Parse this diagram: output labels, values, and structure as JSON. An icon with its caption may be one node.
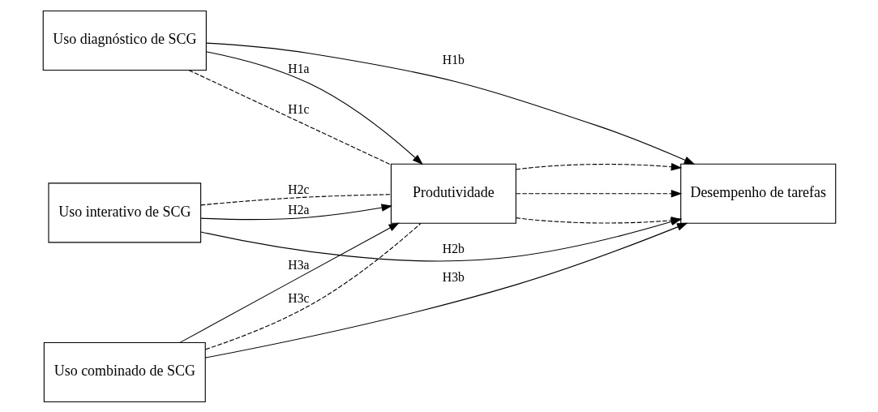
{
  "diagram": {
    "nodes": [
      {
        "text": [
          "Uso diagnóstico de SCG"
        ]
      },
      {
        "text": [
          "Uso interativo de SCG"
        ]
      },
      {
        "text": [
          "Uso combinado de SCG"
        ]
      },
      {
        "text": [
          "Produtividade"
        ]
      },
      {
        "text": [
          "Desempenho de tarefas"
        ]
      }
    ],
    "edges": [
      {
        "from": 0,
        "to": 3,
        "arrow": "to",
        "label": "H1a"
      },
      {
        "from": 0,
        "to": 4,
        "arrow": "to",
        "label": "H1b"
      },
      {
        "from": 1,
        "to": 3,
        "arrow": "to",
        "label": "H2a"
      },
      {
        "from": 1,
        "to": 4,
        "arrow": "to",
        "label": "H2b"
      },
      {
        "from": 2,
        "to": 3,
        "arrow": "to",
        "label": "H3a"
      },
      {
        "from": 2,
        "to": 4,
        "arrow": "to",
        "label": "H3b"
      },
      {
        "from": 0,
        "to": 3,
        "arrow": "none",
        "label": "H1c",
        "style": "dashed"
      },
      {
        "from": 1,
        "to": 3,
        "arrow": "none",
        "label": "H2c",
        "style": "dashed"
      },
      {
        "from": 2,
        "to": 3,
        "arrow": "none",
        "label": "H3c",
        "style": "dashed"
      },
      {
        "from": 3,
        "to": 4,
        "arrow": "to",
        "style": "dashed"
      },
      {
        "from": 3,
        "to": 4,
        "arrow": "to",
        "style": "dashed"
      },
      {
        "from": 3,
        "to": 4,
        "arrow": "to",
        "style": "dashed"
      }
    ]
  }
}
